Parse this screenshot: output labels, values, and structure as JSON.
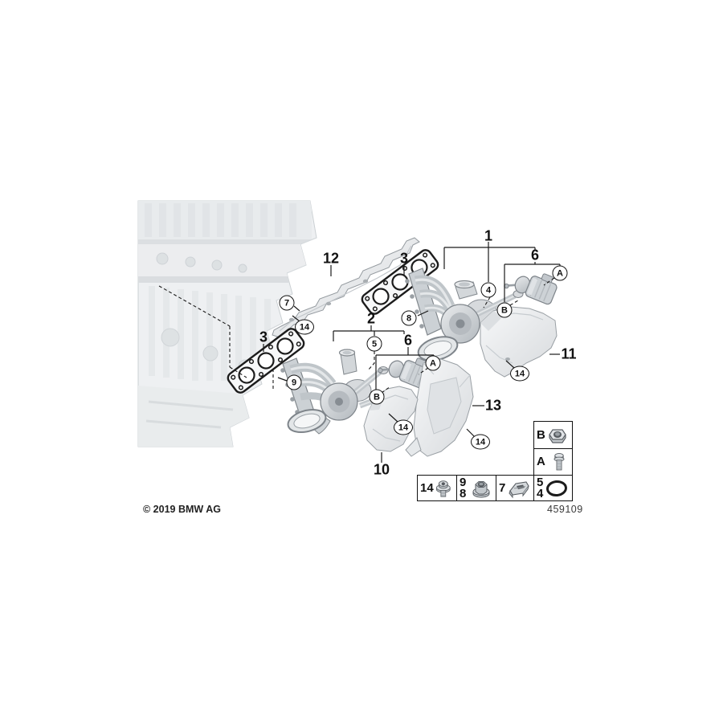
{
  "diagram": {
    "copyright": "© 2019 BMW AG",
    "number": "459109"
  },
  "callouts": {
    "plain": [
      {
        "label": "12"
      },
      {
        "label": "3"
      },
      {
        "label": "1"
      },
      {
        "label": "6"
      },
      {
        "label": "2"
      },
      {
        "label": "6"
      },
      {
        "label": "3"
      },
      {
        "label": "11"
      },
      {
        "label": "13"
      },
      {
        "label": "10"
      }
    ],
    "circled": [
      {
        "label": "7"
      },
      {
        "label": "14"
      },
      {
        "label": "9"
      },
      {
        "label": "4"
      },
      {
        "label": "8"
      },
      {
        "label": "A"
      },
      {
        "label": "B"
      },
      {
        "label": "5"
      },
      {
        "label": "A"
      },
      {
        "label": "B"
      },
      {
        "label": "14"
      },
      {
        "label": "14"
      },
      {
        "label": "14"
      }
    ]
  },
  "legend": {
    "cells": [
      {
        "labels": [
          "B"
        ],
        "icon": "hex-nut"
      },
      {
        "labels": [
          "A"
        ],
        "icon": "bolt"
      },
      {
        "labels": [
          "14"
        ],
        "icon": "washer-screw"
      },
      {
        "labels": [
          "9",
          "8"
        ],
        "icon": "flange-nut"
      },
      {
        "labels": [
          "7"
        ],
        "icon": "clamp"
      },
      {
        "labels": [
          "5",
          "4"
        ],
        "icon": "o-ring"
      }
    ]
  },
  "colors": {
    "line": "#1a1a1a",
    "part_stroke": "#868c92",
    "part_fill": "#d6dadd",
    "shield_fill": "#eef0f2",
    "engine_tint": "#e9ecee",
    "gasket_ink": "#1c1c1c"
  }
}
